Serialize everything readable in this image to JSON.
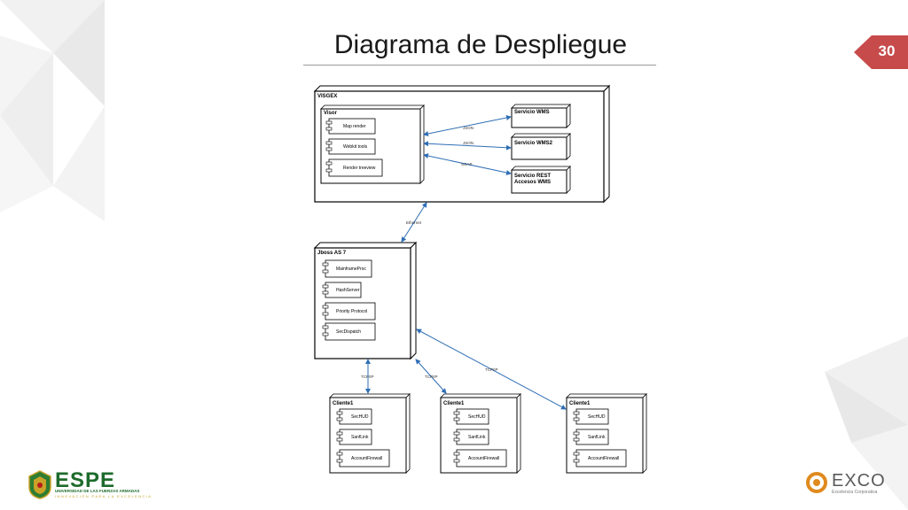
{
  "slide": {
    "title": "Diagrama de Despliegue",
    "page_number": "30"
  },
  "colors": {
    "accent": "#c74b4b",
    "arrow": "#2f6eb5",
    "connector_label": "#333333"
  },
  "nodes": {
    "visgex": {
      "label": "VISGEX"
    },
    "visor": {
      "label": "Visor",
      "components": [
        "Map render",
        "Webkit tools",
        "Render treeview"
      ]
    },
    "servicio_wms": {
      "label": "Servicio WMS"
    },
    "servicio_wms2": {
      "label": "Servicio WMS2"
    },
    "servicio_rest": {
      "label": "Servicio REST\nAccesos WMS",
      "line1": "Servicio REST",
      "line2": "Accesos WMS"
    },
    "jboss": {
      "label": "Jboss AS 7",
      "components": [
        "MainframeProc",
        "HashServer",
        "Priority Protocol",
        "SecDispatch"
      ]
    },
    "clients": [
      {
        "label": "Cliente1",
        "components": [
          "SecHUD",
          "SanfLink",
          "AccountFirewall"
        ]
      },
      {
        "label": "Cliente1",
        "components": [
          "SecHUD",
          "SanfLink",
          "AccountFirewall"
        ]
      },
      {
        "label": "Cliente1",
        "components": [
          "SecHUD",
          "SanfLink",
          "AccountFirewall"
        ]
      }
    ]
  },
  "connections": [
    {
      "from": "Visor",
      "to": "Servicio WMS",
      "label": "JSON"
    },
    {
      "from": "Visor",
      "to": "Servicio WMS2",
      "label": "JSON"
    },
    {
      "from": "Visor",
      "to": "Servicio REST Accesos WMS",
      "label": "SOAP"
    },
    {
      "from": "VISGEX",
      "to": "Jboss AS 7",
      "label": "Ethernet"
    },
    {
      "from": "Jboss AS 7",
      "to": "Cliente1",
      "label": "TCP/IP"
    },
    {
      "from": "Jboss AS 7",
      "to": "Cliente1",
      "label": "TCP/IP"
    },
    {
      "from": "Jboss AS 7",
      "to": "Cliente1",
      "label": "TCP/IP"
    }
  ],
  "logos": {
    "espe": {
      "name": "ESPE",
      "subtitle": "UNIVERSIDAD DE LAS FUERZAS ARMADAS",
      "tagline": "INNOVACIÓN PARA LA EXCELENCIA"
    },
    "exco": {
      "name": "EXCO",
      "subtitle": "Excelencia Corporativa"
    }
  }
}
